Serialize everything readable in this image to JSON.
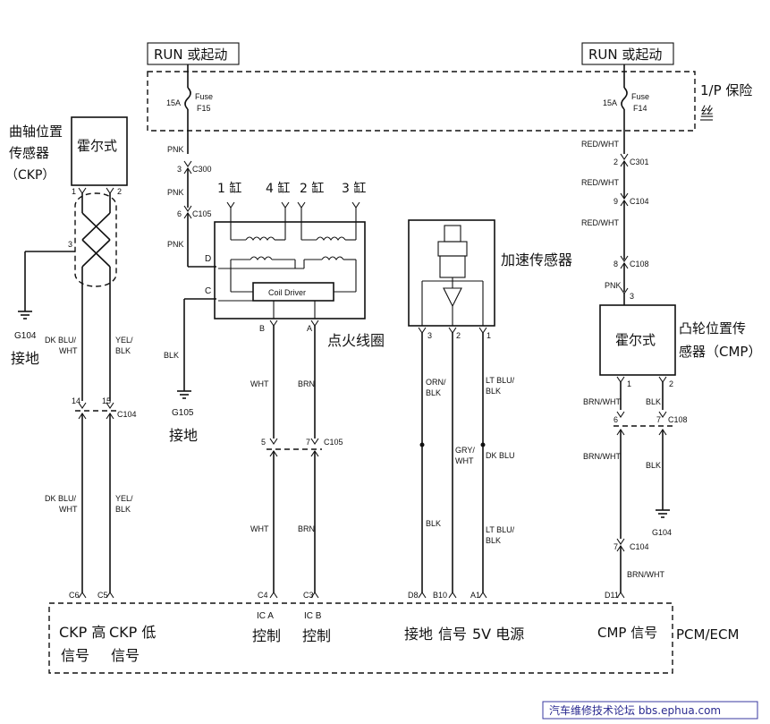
{
  "diagram": {
    "run_left": "RUN 或起动",
    "run_right": "RUN 或起动",
    "ip_fuse_label_1": "1/P 保险",
    "ip_fuse_label_2": "丝",
    "fuse_f15": {
      "amp": "15A",
      "name": "Fuse",
      "id": "F15"
    },
    "fuse_f14": {
      "amp": "15A",
      "name": "Fuse",
      "id": "F14"
    },
    "ckp": {
      "title_1": "曲轴位置",
      "title_2": "传感器",
      "title_3": "（CKP）",
      "box": "霍尔式",
      "pin1": "1",
      "pin2": "2",
      "pin3": "3",
      "ground_id": "G104",
      "ground_label": "接地",
      "wire_left_1": "DK BLU/",
      "wire_left_2": "WHT",
      "wire_right_1": "YEL/",
      "wire_right_2": "BLK",
      "c104_left": "14",
      "c104_right": "15",
      "c104": "C104",
      "wire_left_b1": "DK BLU/",
      "wire_left_b2": "WHT",
      "wire_right_b1": "YEL/",
      "wire_right_b2": "BLK",
      "ecm_pin_left": "C6",
      "ecm_pin_right": "C5"
    },
    "ignition": {
      "wire_pnk_1": "PNK",
      "c300_pin": "3",
      "c300": "C300",
      "wire_pnk_2": "PNK",
      "c105_pin": "6",
      "c105": "C105",
      "wire_pnk_3": "PNK",
      "cyl1": "1 缸",
      "cyl4": "4 缸",
      "cyl2": "2 缸",
      "cyl3": "3 缸",
      "pin_d": "D",
      "pin_c": "C",
      "coil_driver": "Coil Driver",
      "pin_b": "B",
      "pin_a": "A",
      "title": "点火线圈",
      "wire_blk": "BLK",
      "ground_id": "G105",
      "ground_label": "接地",
      "wire_b_1": "WHT",
      "wire_a_1": "BRN",
      "c105_b": "5",
      "c105_a": "7",
      "c105_bottom": "C105",
      "wire_b_2": "WHT",
      "wire_a_2": "BRN",
      "ecm_pin_b": "C4",
      "ecm_pin_a": "C3"
    },
    "accel": {
      "title": "加速传感器",
      "pin3": "3",
      "pin2": "2",
      "pin1": "1",
      "wire3_1": "ORN/",
      "wire3_2": "BLK",
      "wire2_1": "GRY/",
      "wire2_2": "WHT",
      "wire1_1": "LT BLU/",
      "wire1_2": "BLK",
      "wire1_mid": "DK BLU",
      "wire3_b": "BLK",
      "wire1_b1": "LT BLU/",
      "wire1_b2": "BLK",
      "ecm_pin3": "D8",
      "ecm_pin2": "B10",
      "ecm_pin1": "A1"
    },
    "cmp": {
      "wire_1": "RED/WHT",
      "c301_pin": "2",
      "c301": "C301",
      "wire_2": "RED/WHT",
      "c104_pin": "9",
      "c104": "C104",
      "wire_3": "RED/WHT",
      "c108_pin": "8",
      "c108": "C108",
      "wire_4": "PNK",
      "pin3": "3",
      "box": "霍尔式",
      "title_1": "凸轮位置传",
      "title_2": "感器（CMP）",
      "pin1": "1",
      "pin2": "2",
      "wire_l1": "BRN/WHT",
      "wire_r1": "BLK",
      "c108b_l": "6",
      "c108b_r": "7",
      "c108b": "C108",
      "wire_l2": "BRN/WHT",
      "wire_r2": "BLK",
      "ground_id": "G104",
      "c104b_pin": "7",
      "c104b": "C104",
      "wire_l3": "BRN/WHT",
      "ecm_pin": "D11"
    },
    "ecm": {
      "ckp_hi_1": "CKP 高",
      "ckp_hi_2": "信号",
      "ckp_lo_1": "CKP 低",
      "ckp_lo_2": "信号",
      "ica_1": "IC A",
      "ica_2": "控制",
      "icb_1": "IC B",
      "icb_2": "控制",
      "gnd": "接地",
      "sig": "信号",
      "v5": "5V 电源",
      "cmp_sig": "CMP 信号",
      "label": "PCM/ECM"
    },
    "watermark": "汽车维修技术论坛 bbs.ephua.com"
  }
}
